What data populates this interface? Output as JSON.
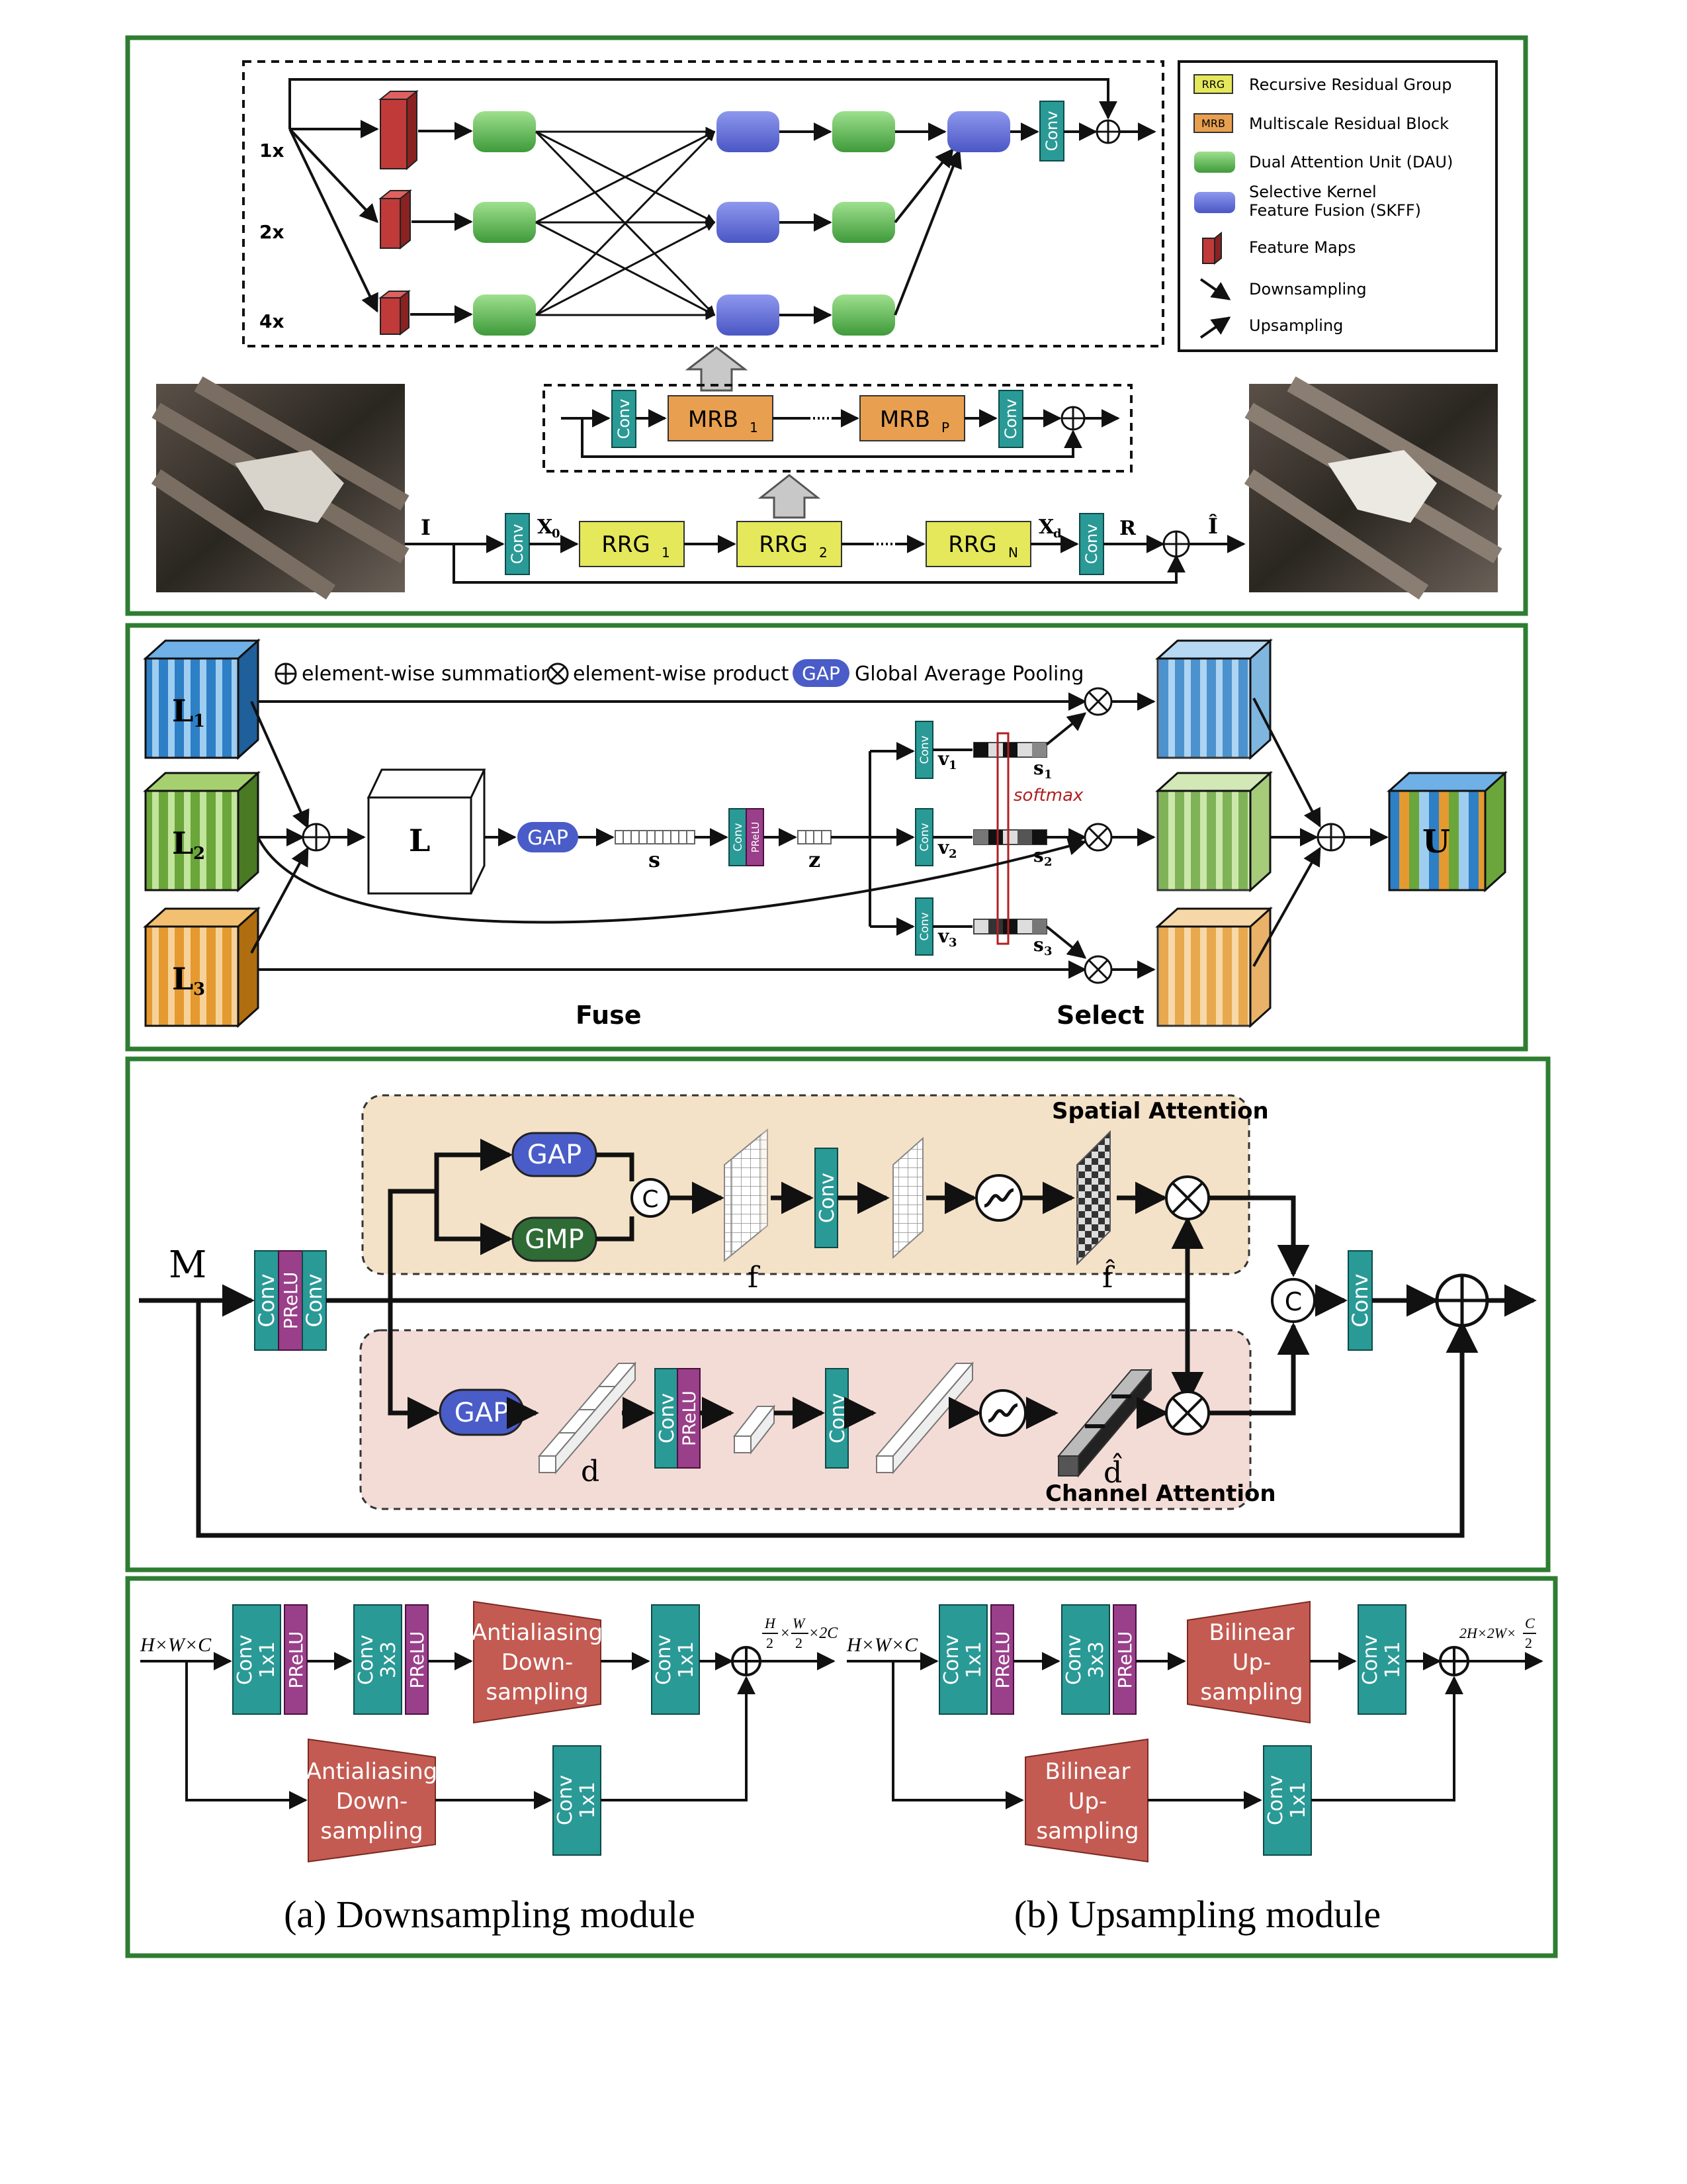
{
  "colors": {
    "frame": "#2e7d32",
    "rrg": "#e4e85a",
    "mrb": "#e8a050",
    "dau": "#6cc060",
    "skff": "#6470d8",
    "feature_map": "#c03a3a",
    "conv": "#2a9a96",
    "prelu": "#9a3f8a",
    "red_block": "#c45b52",
    "gap": "#4a5cc8",
    "gmp": "#2e6b35",
    "spatial_bg": "#f4e2c8",
    "channel_bg": "#f4dcd6"
  },
  "panel1": {
    "scales": [
      "1x",
      "2x",
      "4x"
    ],
    "conv": "Conv",
    "mrb1": "MRB",
    "mrb1_sub": "1",
    "mrbp": "MRB",
    "mrbp_sub": "P",
    "rrg1": "RRG",
    "rrg1_sub": "1",
    "rrg2": "RRG",
    "rrg2_sub": "2",
    "rrgn": "RRG",
    "rrgn_sub": "N",
    "I": "I",
    "x0": "X",
    "x0_sub": "0",
    "xd": "X",
    "xd_sub": "d",
    "R": "R",
    "Ihat": "Î",
    "legend": {
      "rrg_tag": "RRG",
      "rrg_text": "Recursive Residual Group",
      "mrb_tag": "MRB",
      "mrb_text": "Multiscale Residual Block",
      "dau_text": "Dual Attention Unit (DAU)",
      "skff_text_1": "Selective Kernel",
      "skff_text_2": "Feature Fusion (SKFF)",
      "fm_text": "Feature Maps",
      "down_text": "Downsampling",
      "up_text": "Upsampling"
    }
  },
  "panel2": {
    "legend_sum": "element-wise summation",
    "legend_prod": "element-wise product",
    "gap_tag": "GAP",
    "legend_gap": "Global Average Pooling",
    "L1": "L",
    "L1_sub": "1",
    "L2": "L",
    "L2_sub": "2",
    "L3": "L",
    "L3_sub": "3",
    "L": "L",
    "s": "s",
    "z": "z",
    "conv": "Conv",
    "prelu": "PReLU",
    "v1": "v",
    "v1_sub": "1",
    "v2": "v",
    "v2_sub": "2",
    "v3": "v",
    "v3_sub": "3",
    "s1": "s",
    "s1_sub": "1",
    "s2": "s",
    "s2_sub": "2",
    "s3": "s",
    "s3_sub": "3",
    "softmax": "softmax",
    "U": "U",
    "fuse": "Fuse",
    "select": "Select"
  },
  "panel3": {
    "M": "M",
    "conv": "Conv",
    "prelu": "PReLU",
    "gap": "GAP",
    "gmp": "GMP",
    "c": "C",
    "f": "f",
    "fhat": "f̂",
    "d": "d",
    "dhat": "d̂",
    "spatial_title": "Spatial Attention",
    "channel_title": "Channel Attention"
  },
  "panel4": {
    "a_in": "H×W×C",
    "a_out_1": "H",
    "a_out_2": "2",
    "a_out_3": "×",
    "a_out_4": "W",
    "a_out_5": "2",
    "a_out_6": "×2C",
    "b_in": "H×W×C",
    "b_out_1": "2H×2W×",
    "b_out_2": "C",
    "b_out_3": "2",
    "conv": "Conv",
    "k1": "1x1",
    "k3": "3x3",
    "prelu": "PReLU",
    "aa_1": "Antialiasing",
    "aa_2": "Down-",
    "aa_3": "sampling",
    "bl_1": "Bilinear",
    "bl_2": "Up-",
    "bl_3": "sampling",
    "caption_a": "(a) Downsampling module",
    "caption_b": "(b) Upsampling module"
  }
}
